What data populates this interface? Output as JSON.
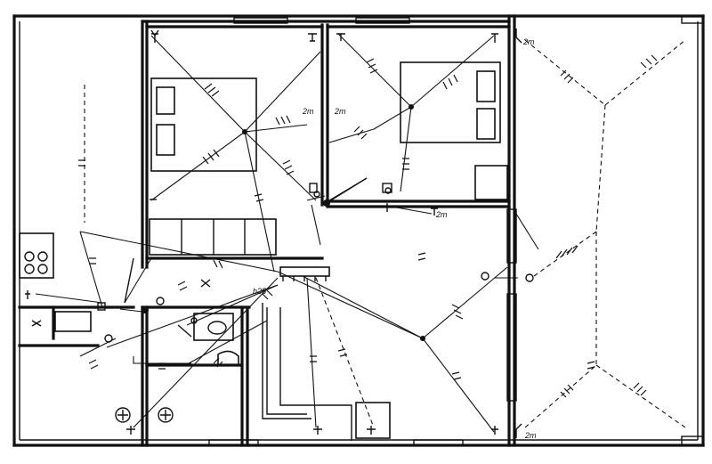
{
  "labels": {
    "lamp_2m_top_right": "2m",
    "lamp_2m_bottom_right": "2m",
    "lamp_2m_corridor": "2m",
    "lamp_2m_mid_a": "2m",
    "lamp_2m_mid_b": "2m",
    "height_25": "h25"
  },
  "icons": {
    "ceiling_lamp": "lamp-icon",
    "switch": "switch-icon",
    "socket": "socket-icon",
    "panel": "distribution-board-icon",
    "stove": "stove-icon",
    "tv": "tv-icon"
  }
}
